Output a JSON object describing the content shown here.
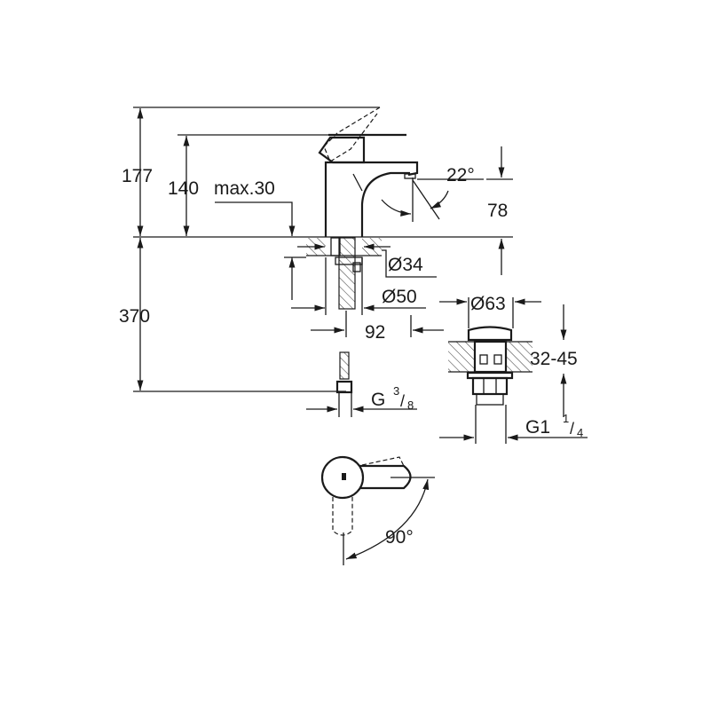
{
  "drawing": {
    "dimensions": {
      "total_height": "177",
      "lever_height": "140",
      "deck_thickness": "max.30",
      "spout_angle": "22°",
      "spout_height": "78",
      "hose_length": "370",
      "hole_diameter": "Ø34",
      "base_diameter": "Ø50",
      "spout_reach": "92",
      "waste_head_diameter": "Ø63",
      "basin_thickness": "32-45",
      "hose_thread_main": "G",
      "hose_thread_num": "3",
      "hose_thread_den": "8",
      "waste_thread_main": "G1",
      "waste_thread_num": "1",
      "waste_thread_den": "4",
      "lever_rotation": "90°"
    },
    "line_color": "#1a1a1a"
  }
}
